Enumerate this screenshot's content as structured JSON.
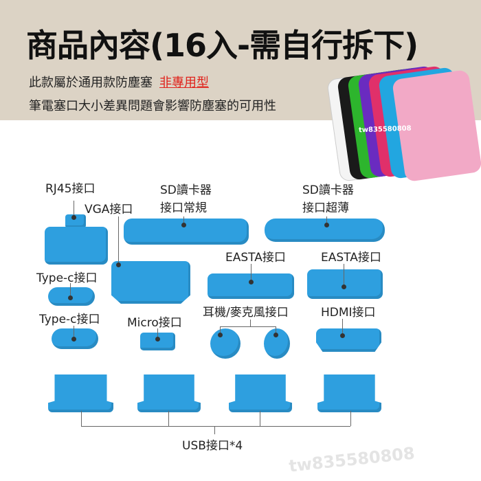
{
  "header": {
    "title": "商品內容(16入-需自行拆下)",
    "line1": "此款屬於通用款防塵塞",
    "line1_highlight": "非專用型",
    "line2": "筆電塞口大小差異問題會影響防塵塞的可用性",
    "card_watermark": "tw835580808"
  },
  "labels": {
    "rj45": "RJ45接口",
    "vga": "VGA接口",
    "sd_normal_1": "SD讀卡器",
    "sd_normal_2": "接口常規",
    "sd_thin_1": "SD讀卡器",
    "sd_thin_2": "接口超薄",
    "easta1": "EASTA接口",
    "easta2": "EASTA接口",
    "typec1": "Type-c接口",
    "typec2": "Type-c接口",
    "micro": "Micro接口",
    "audio": "耳機/麥克風接口",
    "hdmi": "HDMI接口",
    "usb": "USB接口*4"
  },
  "watermark": "tw835580808",
  "colors": {
    "plug": "#2e9fdf",
    "header_bg": "#dcd3c5",
    "highlight": "#e0231c"
  }
}
